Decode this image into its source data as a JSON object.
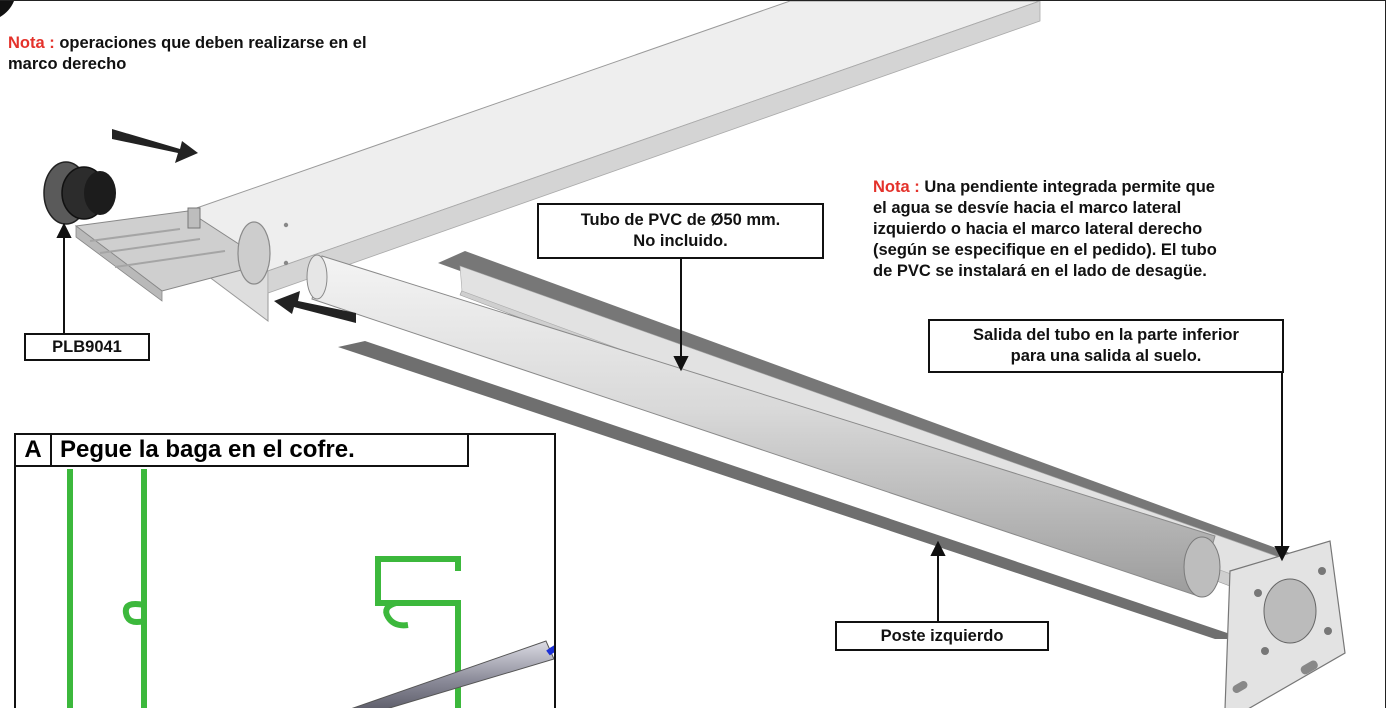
{
  "notes": {
    "top_left": {
      "prefix": "Nota :",
      "line1": " operaciones que deben realizarse en el",
      "line2": "marco derecho"
    },
    "right": {
      "prefix": "Nota :",
      "line1": " Una pendiente integrada permite que",
      "line2": "el agua se desvíe hacia el marco lateral",
      "line3": "izquierdo o hacia el marco lateral derecho",
      "line4": "(según se especifique en el pedido). El tubo",
      "line5": "de PVC se instalará en el lado de desagüe."
    }
  },
  "labels": {
    "pvc_line1": "Tubo de PVC de Ø50 mm.",
    "pvc_line2": "No incluido.",
    "outlet_line1": "Salida del tubo en la parte inferior",
    "outlet_line2": "para una salida al suelo.",
    "left_post": "Poste izquierdo",
    "part_code": "PLB9041"
  },
  "step": {
    "letter": "A",
    "title": "Pegue la baga en el cofre."
  },
  "colors": {
    "note_red": "#e4322b",
    "seal_green": "#3cb83c",
    "gun_blue": "#1a2fd6"
  },
  "icons": [
    "arrow-icon",
    "caulk-gun-icon"
  ]
}
